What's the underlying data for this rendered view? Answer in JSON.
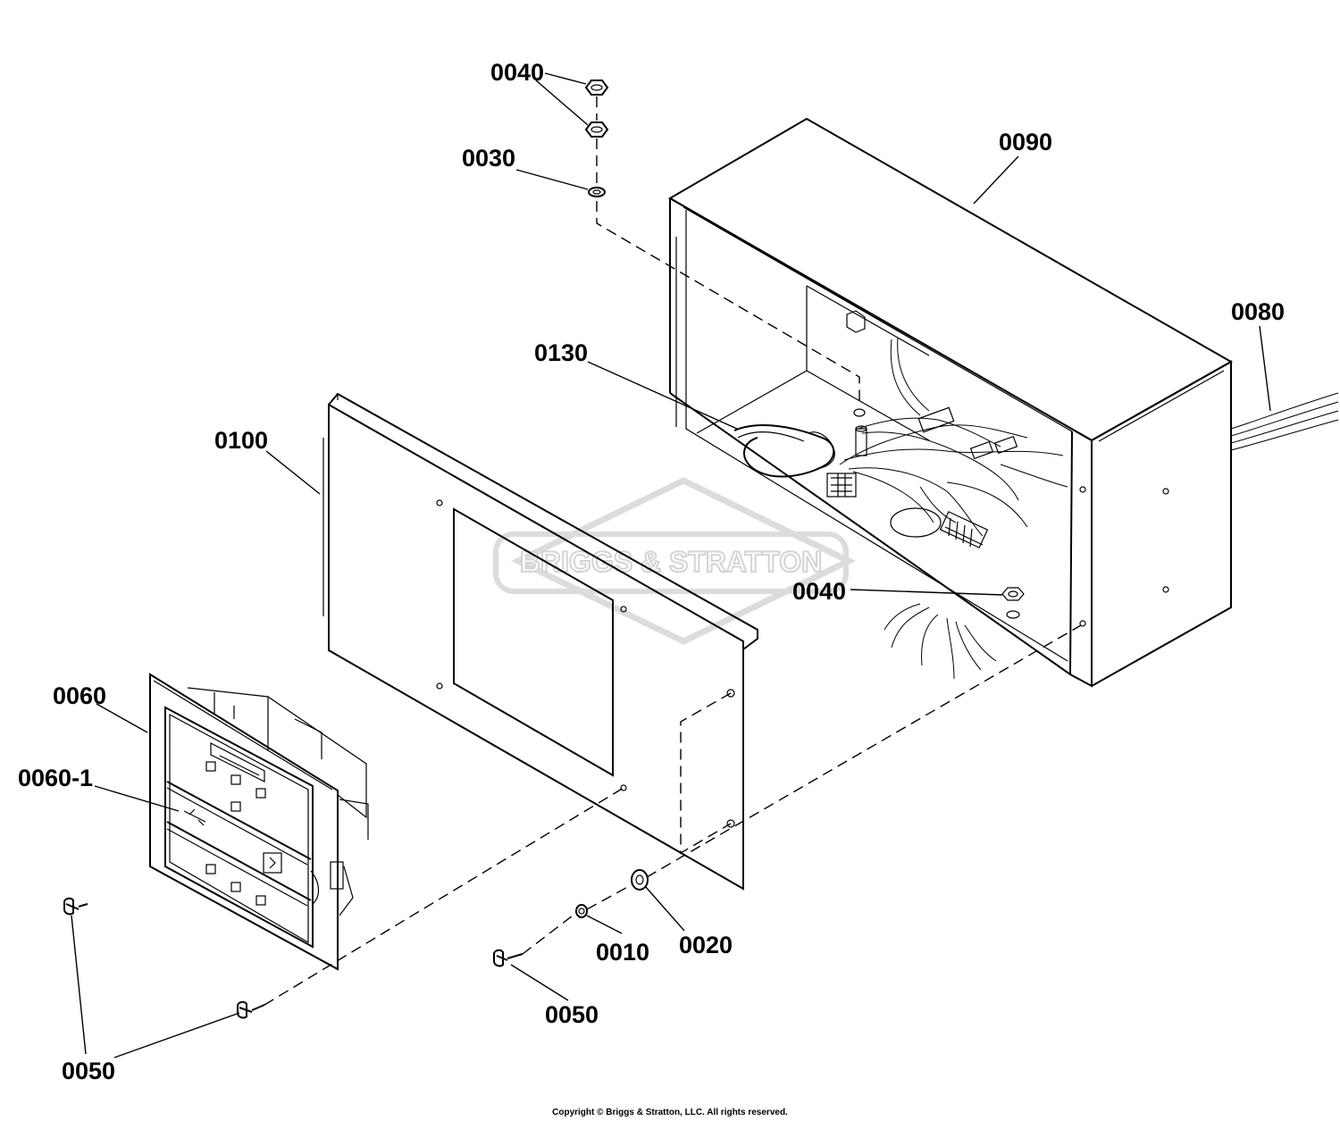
{
  "callouts": {
    "p0040_top": "0040",
    "p0030": "0030",
    "p0090": "0090",
    "p0080": "0080",
    "p0130": "0130",
    "p0100": "0100",
    "p0040_box": "0040",
    "p0060": "0060",
    "p0060_1": "0060-1",
    "p0010": "0010",
    "p0020": "0020",
    "p0050_center": "0050",
    "p0050_left": "0050"
  },
  "watermark": "BRIGGS & STRATTON",
  "copyright": "Copyright © Briggs & Stratton, LLC. All rights reserved."
}
